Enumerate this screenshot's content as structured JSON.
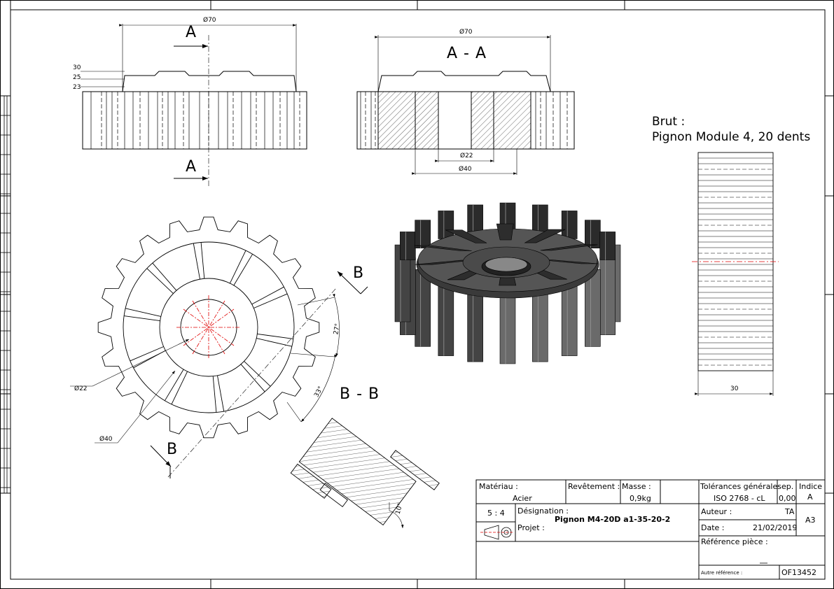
{
  "views": {
    "front": {
      "dim_diameter_top": "Ø70",
      "section_marker_top": "A",
      "section_marker_bottom": "A",
      "heights": [
        "30",
        "25",
        "23"
      ]
    },
    "section_aa": {
      "title": "A - A",
      "dim_diameter_top": "Ø70",
      "dim_bore": "Ø22",
      "dim_hub": "Ø40"
    },
    "gear_top": {
      "section_marker_top": "B",
      "section_marker_bottom": "B",
      "angle_small": "27°",
      "angle_large": "33°",
      "dim_bore": "Ø22",
      "dim_hub": "Ø40"
    },
    "section_bb": {
      "title": "B - B",
      "angle": "10°"
    },
    "brut": {
      "title": "Brut :",
      "description": "Pignon Module 4, 20 dents",
      "width_dim": "30"
    }
  },
  "title_block": {
    "materiau_label": "Matériau :",
    "materiau_value": "Acier",
    "revetement_label": "Revêtement :",
    "masse_label": "Masse :",
    "masse_value": "0,9kg",
    "tolerances_label": "Tolérances générales",
    "tolerances_value": "ISO 2768 - cL",
    "ep_label": "ep.",
    "ep_value": "0,00",
    "indice_label": "Indice",
    "indice_value": "A",
    "scale": "5 : 4",
    "designation_label": "Désignation :",
    "designation_value": "Pignon M4-20D a1-35-20-2",
    "projet_label": "Projet :",
    "auteur_label": "Auteur :",
    "auteur_value": "TA",
    "date_label": "Date :",
    "date_value": "21/02/2019",
    "format": "A3",
    "reference_label": "Référence pièce :",
    "autre_reference_label": "Autre référence :",
    "autre_reference_value": "OF13452"
  },
  "colors": {
    "line": "#000000",
    "centerline": "#e00000",
    "gear_dark": "#333333",
    "gear_mid": "#555555",
    "gear_light": "#9a9a9a"
  }
}
